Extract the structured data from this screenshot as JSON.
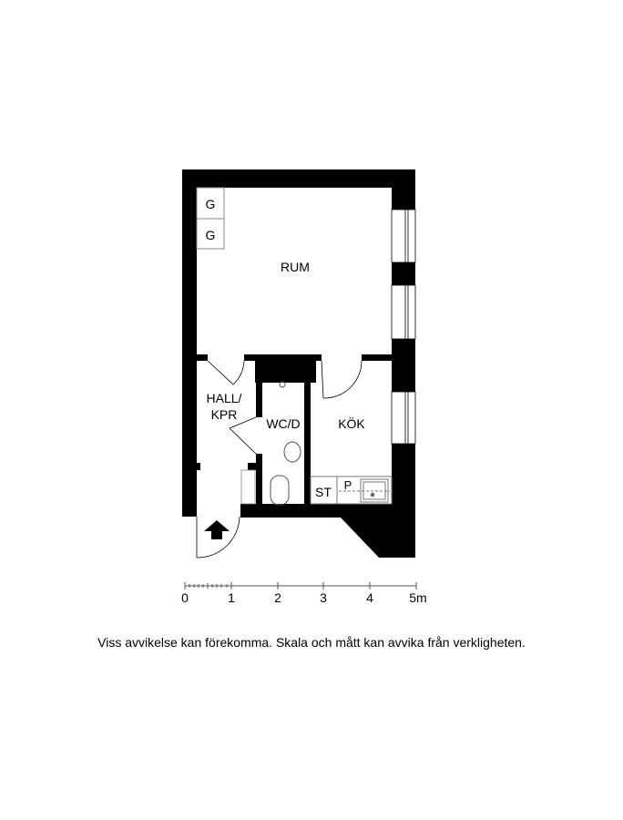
{
  "rooms": {
    "rum": "RUM",
    "hall_line1": "HALL/",
    "hall_line2": "KPR",
    "wc": "WC/D",
    "kok": "KÖK",
    "closet_1": "G",
    "closet_2": "G",
    "storage": "ST",
    "p": "P"
  },
  "scale": {
    "ticks": [
      "0",
      "1",
      "2",
      "3",
      "4",
      "5m"
    ]
  },
  "disclaimer": "Viss avvikelse kan förekomma. Skala och mått kan avvika från verkligheten.",
  "colors": {
    "wall": "#000000",
    "fixture": "#555555"
  }
}
